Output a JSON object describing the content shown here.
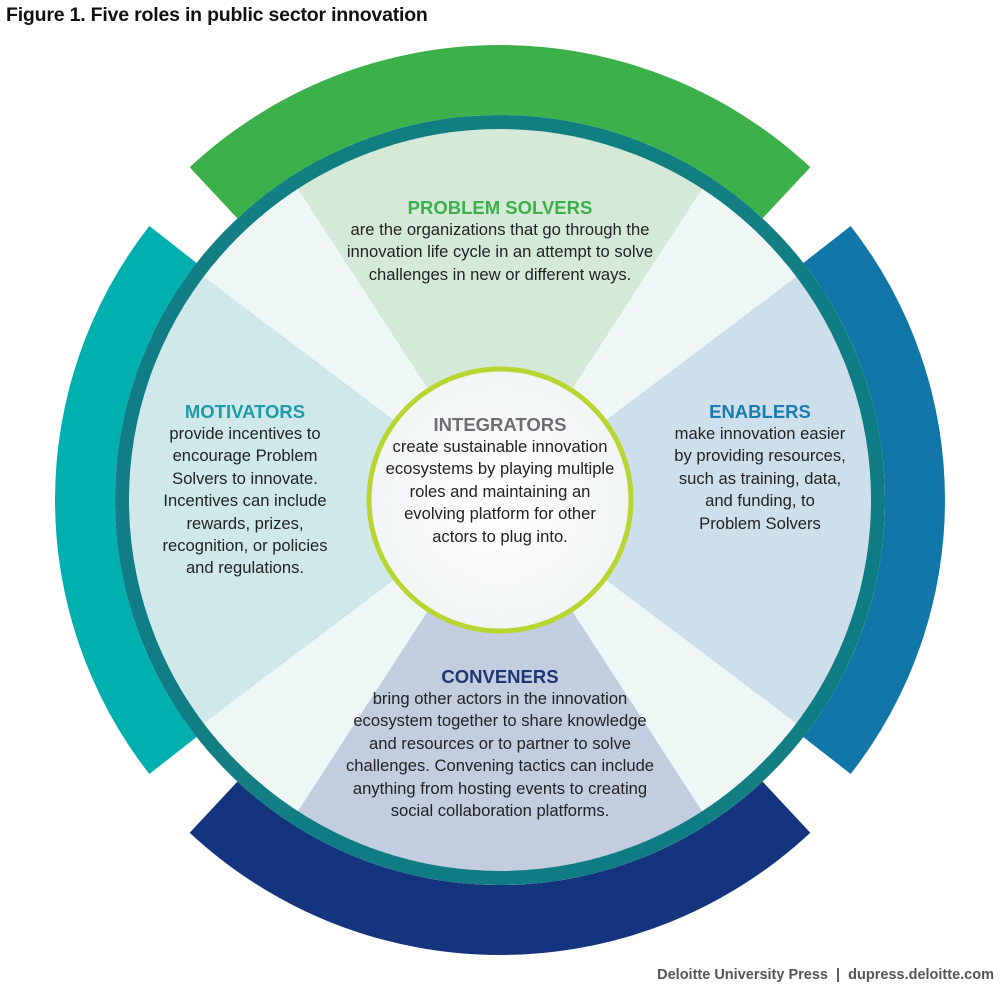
{
  "title": "Figure 1. Five roles in public sector innovation",
  "footer": "Deloitte University Press  |  dupress.deloitte.com",
  "colors": {
    "problem_solvers_arc": "#3cb04b",
    "enablers_arc": "#1277a8",
    "conveners_arc": "#14357d",
    "motivators_arc": "#00b0ae",
    "main_ring": "#00747b",
    "integrators_ring": "#b9d531"
  },
  "roles": {
    "problem_solvers": {
      "heading": "PROBLEM SOLVERS",
      "color": "#3cb04b",
      "lines": [
        "are the organizations that go through the",
        "innovation life cycle in an attempt to solve",
        "challenges in new or different ways."
      ]
    },
    "motivators": {
      "heading": "MOTIVATORS",
      "color": "#1f9aa8",
      "lines": [
        "provide incentives to",
        "encourage Problem",
        "Solvers to innovate.",
        "Incentives can include",
        "rewards, prizes,",
        "recognition, or policies",
        "and regulations."
      ]
    },
    "enablers": {
      "heading": "ENABLERS",
      "color": "#1a7bb0",
      "lines": [
        "make innovation easier",
        "by providing resources,",
        "such as training, data,",
        "and funding, to",
        "Problem Solvers"
      ]
    },
    "conveners": {
      "heading": "CONVENERS",
      "color": "#1f3470",
      "lines": [
        "bring other actors in the innovation",
        "ecosystem together to share knowledge",
        "and resources or to partner to solve",
        "challenges. Convening tactics can include",
        "anything from hosting events to creating",
        "social collaboration platforms."
      ]
    },
    "integrators": {
      "heading": "INTEGRATORS",
      "color": "#6d6e71",
      "lines": [
        "create sustainable innovation",
        "ecosystems by playing multiple",
        "roles and maintaining an",
        "evolving platform for other",
        "actors to plug into."
      ]
    }
  }
}
